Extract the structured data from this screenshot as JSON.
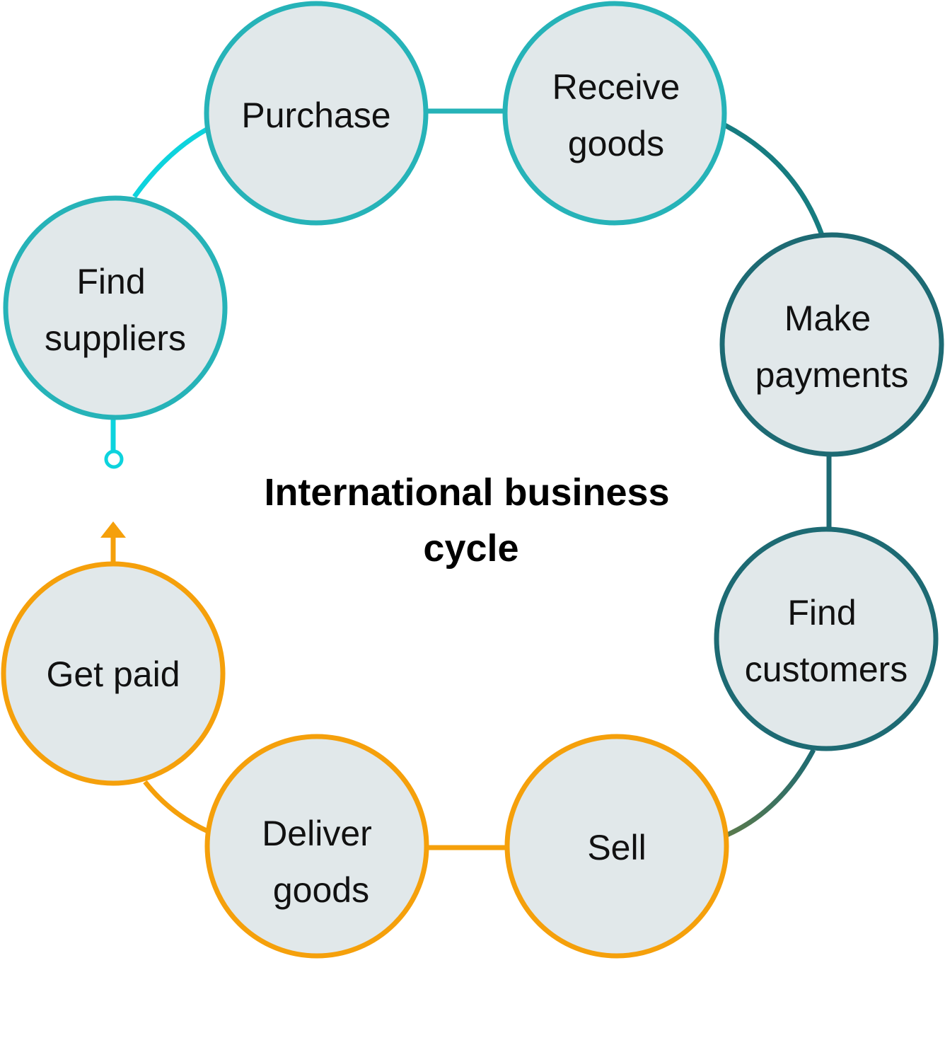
{
  "title": {
    "line1": "International business",
    "line2": "cycle"
  },
  "colors": {
    "node_fill": "#e1e8ea",
    "teal_light": "#26b3b8",
    "teal_dark": "#1d6a73",
    "orange": "#f5a00b",
    "connector_cyan": "#0dd3dd",
    "connector_olive": "#5a7a4c"
  },
  "nodes": [
    {
      "id": "find-suppliers",
      "lines": [
        "Find",
        "suppliers"
      ]
    },
    {
      "id": "purchase",
      "lines": [
        "Purchase"
      ]
    },
    {
      "id": "receive-goods",
      "lines": [
        "Receive",
        "goods"
      ]
    },
    {
      "id": "make-payments",
      "lines": [
        "Make",
        "payments"
      ]
    },
    {
      "id": "find-customers",
      "lines": [
        "Find",
        "customers"
      ]
    },
    {
      "id": "sell",
      "lines": [
        "Sell"
      ]
    },
    {
      "id": "deliver-goods",
      "lines": [
        "Deliver",
        "goods"
      ]
    },
    {
      "id": "get-paid",
      "lines": [
        "Get paid"
      ]
    }
  ],
  "flow": "Find suppliers → Purchase → Receive goods → Make payments → Find customers → Sell → Deliver goods → Get paid → Find suppliers"
}
